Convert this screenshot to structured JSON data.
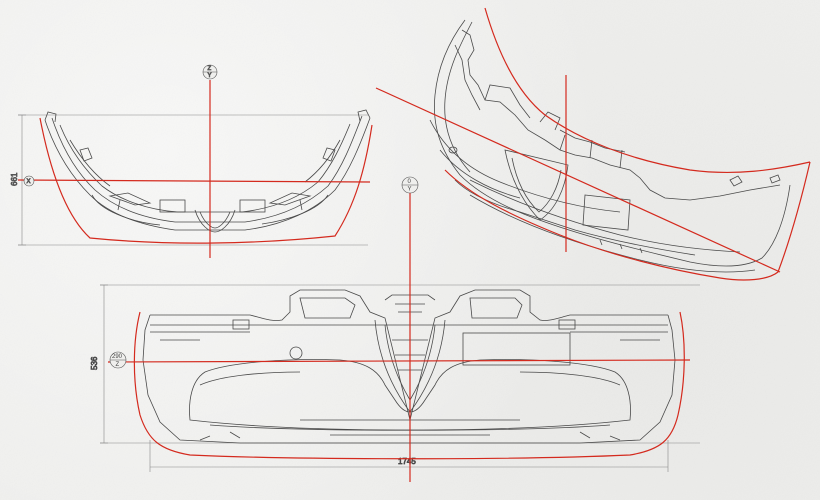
{
  "dimensions": {
    "overall_width": "1745",
    "front_height": "536",
    "top_height": "661",
    "origin_label": "290"
  },
  "axis_labels": {
    "top_z": "Z",
    "top_y": "Y",
    "top_side": "X",
    "front_origin_top": "0",
    "front_origin_bottom": "Y",
    "front_left_bottom": "Z"
  },
  "colors": {
    "guide_red": "#d42a1e",
    "sketch_gray": "#555555",
    "paper": "#efefed"
  }
}
